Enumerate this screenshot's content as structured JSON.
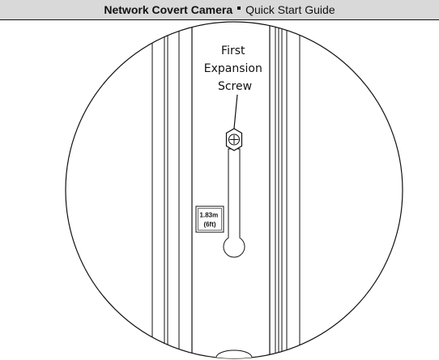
{
  "header": {
    "title_bold": "Network Covert Camera",
    "title_regular": "Quick Start Guide"
  },
  "figure": {
    "callout_lines": [
      "First",
      "Expansion",
      "Screw"
    ],
    "dimension_lines": [
      "1.83m",
      "(6ft)"
    ]
  }
}
